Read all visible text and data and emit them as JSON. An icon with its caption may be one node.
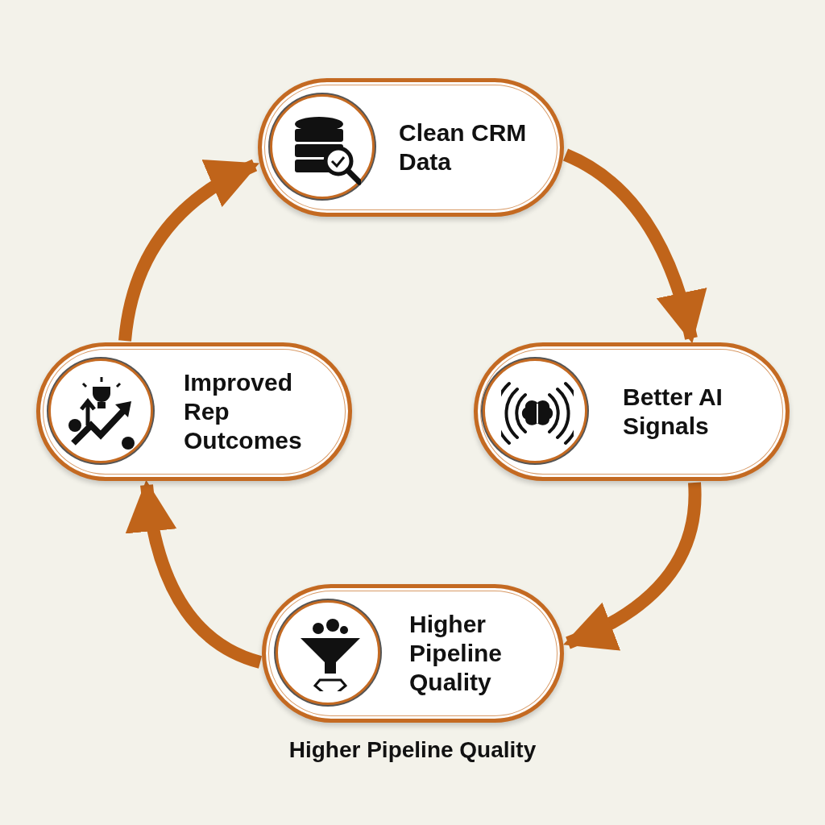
{
  "diagram": {
    "caption": "Higher Pipeline Quality",
    "nodes": [
      {
        "text": [
          "Clean CRM Data"
        ]
      },
      {
        "text": [
          "Better AI Signals"
        ]
      },
      {
        "text": [
          "Higher Pipeline Quality"
        ]
      },
      {
        "text": [
          "Improved Rep Outcomes"
        ]
      }
    ],
    "edges": [
      {
        "from": 0,
        "to": 1,
        "arrow": "to"
      },
      {
        "from": 1,
        "to": 2,
        "arrow": "to"
      },
      {
        "from": 2,
        "to": 3,
        "arrow": "to"
      },
      {
        "from": 3,
        "to": 0,
        "arrow": "to"
      }
    ]
  }
}
